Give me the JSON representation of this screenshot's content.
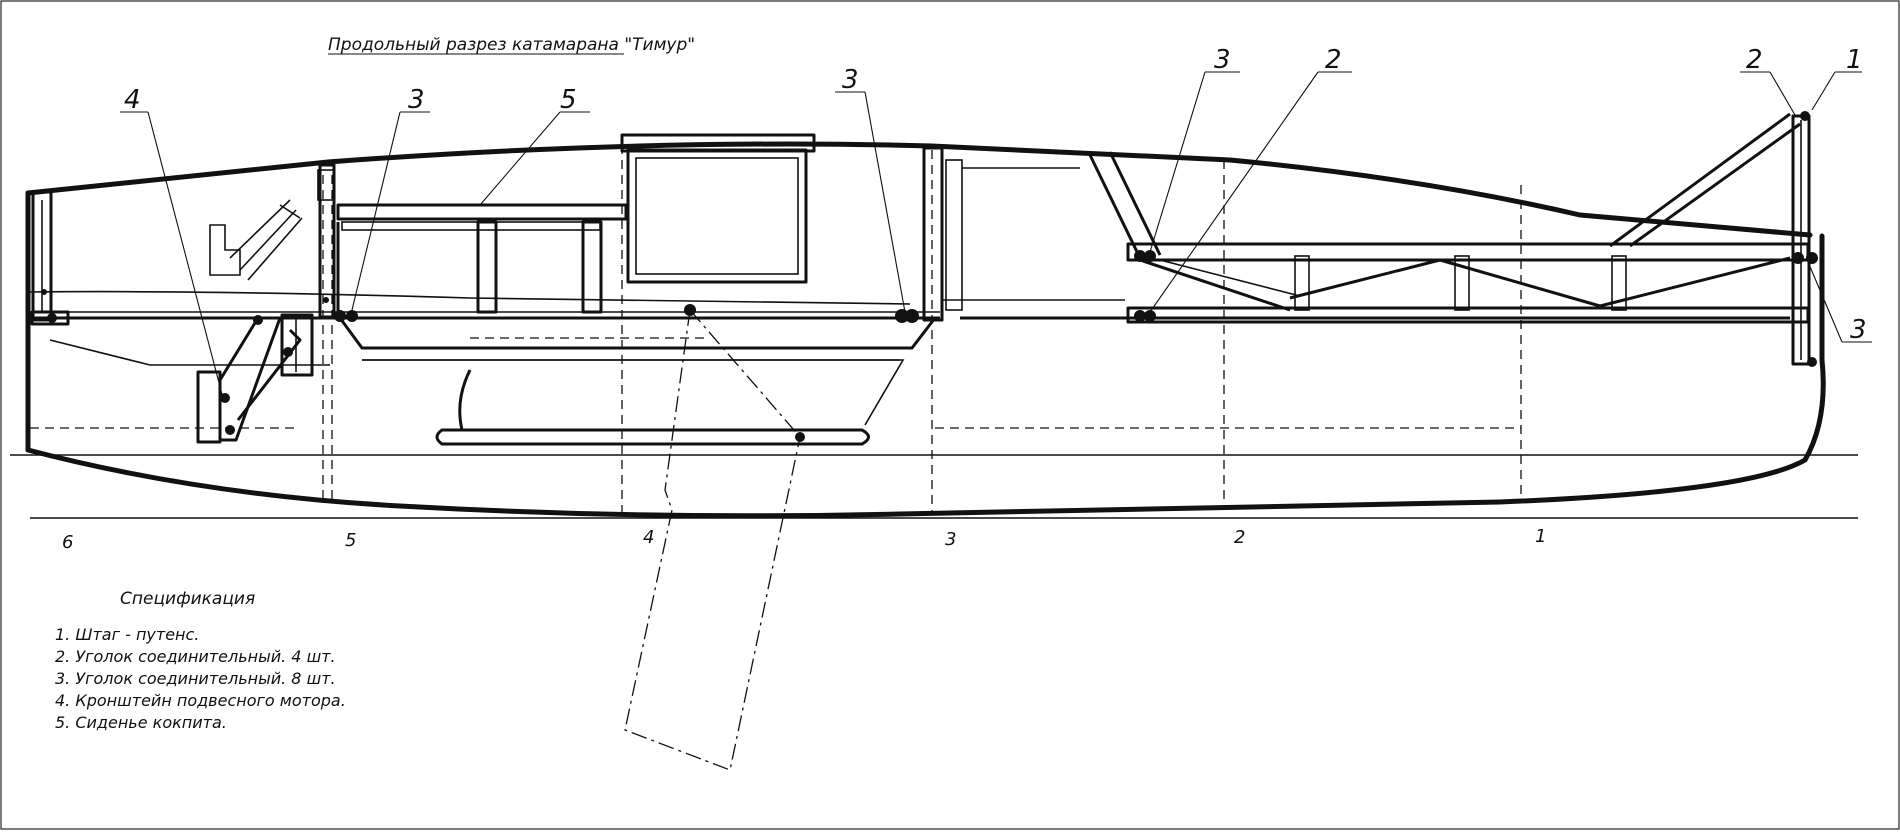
{
  "title": "Продольный разрез катамарана \"Тимур\"",
  "callouts": [
    "4",
    "3",
    "5",
    "3",
    "3",
    "2",
    "2",
    "1",
    "3"
  ],
  "stations": [
    "6",
    "5",
    "4",
    "3",
    "2",
    "1"
  ],
  "specification": {
    "heading": "Спецификация",
    "items": [
      "1. Штаг - путенс.",
      "2. Уголок соединительный. 4 шт.",
      "3. Уголок соединительный. 8 шт.",
      "4. Кронштейн подвесного мотора.",
      "5. Сиденье кокпита."
    ]
  }
}
